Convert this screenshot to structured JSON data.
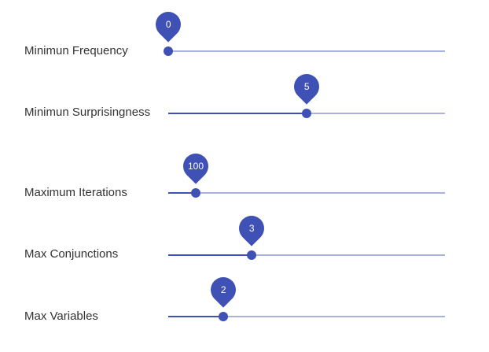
{
  "sliders": [
    {
      "label": "Minimun Frequency",
      "value": "0",
      "fraction": 0.0
    },
    {
      "label": "Minimun Surprisingness",
      "value": "5",
      "fraction": 0.5
    },
    {
      "label": "Maximum Iterations",
      "value": "100",
      "fraction": 0.1
    },
    {
      "label": "Max Conjunctions",
      "value": "3",
      "fraction": 0.3
    },
    {
      "label": "Max Variables",
      "value": "2",
      "fraction": 0.2
    }
  ],
  "colors": {
    "accent": "#3f51b5",
    "track_inactive": "#a9b2dc",
    "label_text": "#333333"
  }
}
